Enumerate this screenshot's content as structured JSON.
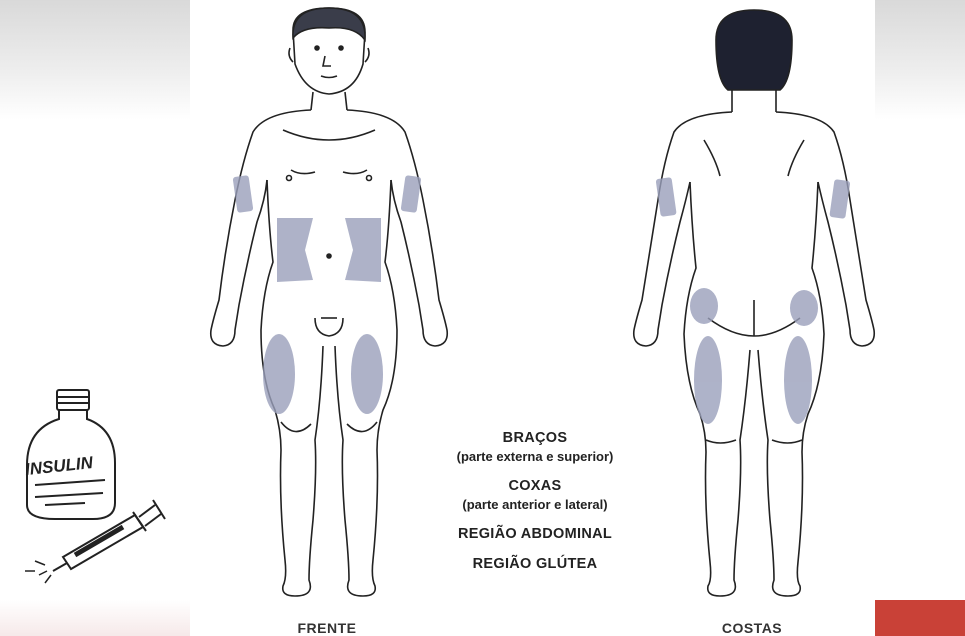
{
  "bottle": {
    "label": "INSULIN"
  },
  "front": {
    "label": "FRENTE"
  },
  "back": {
    "label": "COSTAS"
  },
  "legend": {
    "arms_title": "BRAÇOS",
    "arms_sub": "(parte externa e superior)",
    "thighs_title": "COXAS",
    "thighs_sub": "(parte anterior e lateral)",
    "abdominal": "REGIÃO ABDOMINAL",
    "gluteal": "REGIÃO GLÚTEA"
  },
  "colors": {
    "shade": "#9aa0bb",
    "outline": "#222222",
    "hair": "#1e2130",
    "accent_red": "#c94137"
  }
}
